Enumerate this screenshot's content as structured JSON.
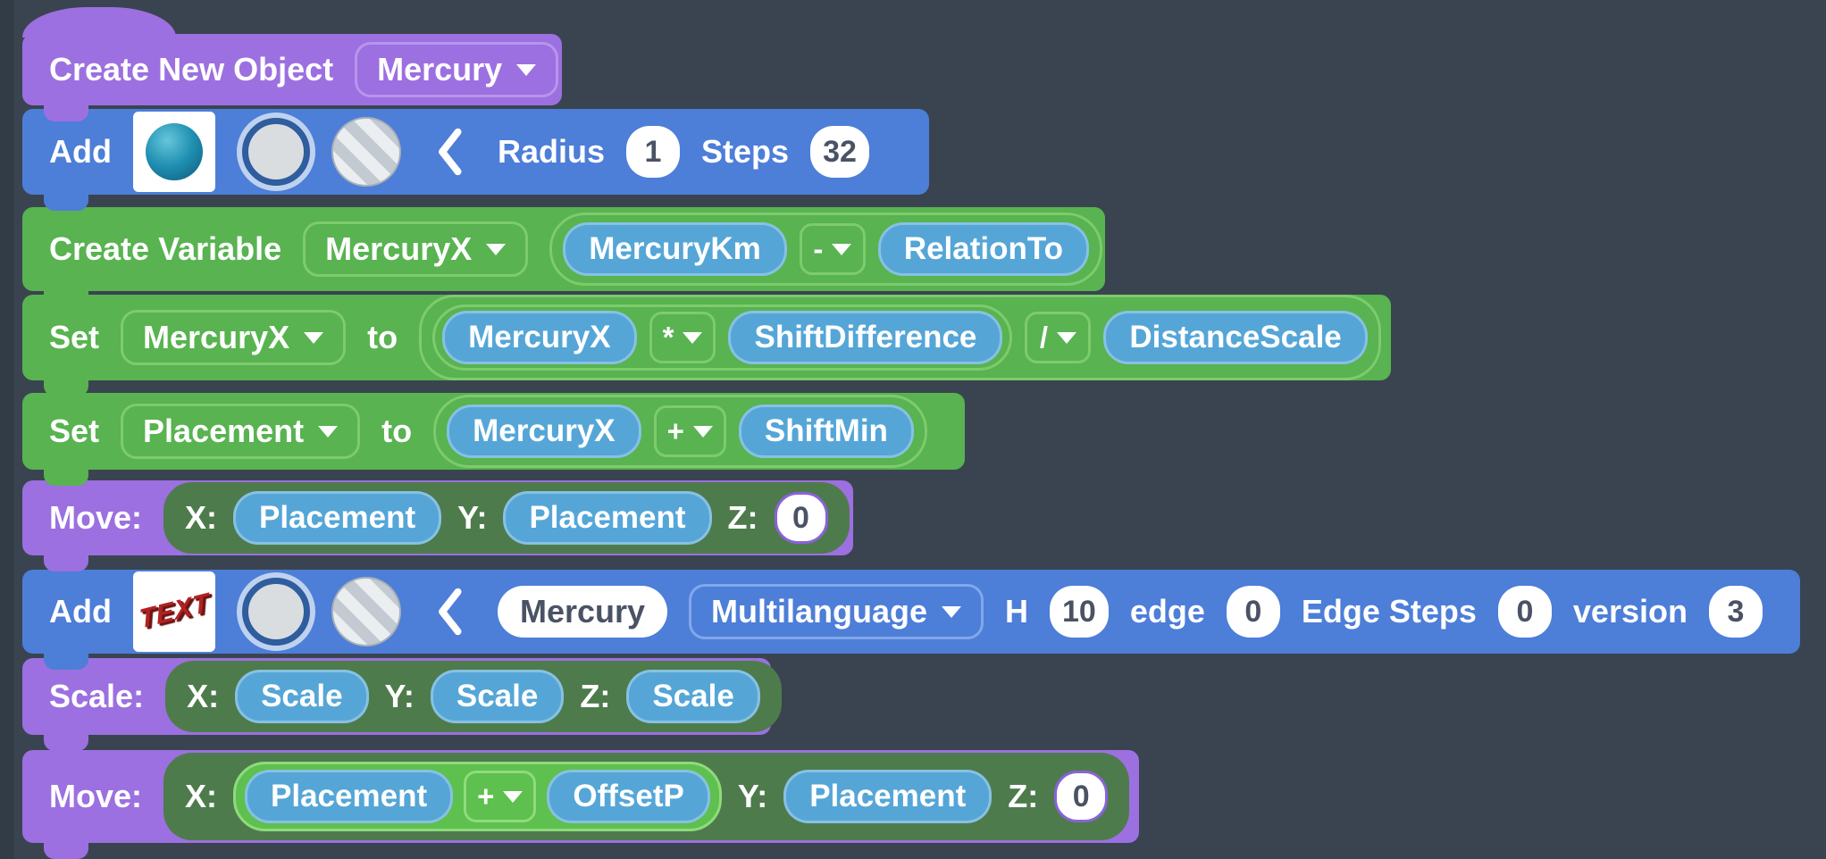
{
  "canvas": {
    "background": "#3a4450"
  },
  "colors": {
    "purple_block": "#9c70e0",
    "blue_block": "#4d7ed8",
    "green_block": "#58b350",
    "dark_green_group": "#4e7b4c",
    "bright_green_group": "#5ec04e",
    "variable_oval": "#55a6d7",
    "input_text": "#4a5365"
  },
  "icons": {
    "sphere_preview": "sphere-preview-icon",
    "text_preview": "text-3d-preview-icon",
    "material_circle": "material-option-icon",
    "wireframe_circle": "wireframe-option-icon",
    "collapse": "chevron-left-icon"
  },
  "blocks": {
    "create_object": {
      "label": "Create New Object",
      "object": "Mercury"
    },
    "add_sphere": {
      "label": "Add",
      "radius_label": "Radius",
      "radius": "1",
      "steps_label": "Steps",
      "steps": "32"
    },
    "create_variable": {
      "label": "Create Variable",
      "variable": "MercuryX",
      "left": "MercuryKm",
      "op": "-",
      "right": "RelationTo"
    },
    "set_mercuryx": {
      "label": "Set",
      "variable": "MercuryX",
      "to": "to",
      "inner_left": "MercuryX",
      "inner_op": "*",
      "inner_right": "ShiftDifference",
      "op": "/",
      "right": "DistanceScale"
    },
    "set_placement": {
      "label": "Set",
      "variable": "Placement",
      "to": "to",
      "left": "MercuryX",
      "op": "+",
      "right": "ShiftMin"
    },
    "move_1": {
      "label": "Move:",
      "x_label": "X:",
      "x": "Placement",
      "y_label": "Y:",
      "y": "Placement",
      "z_label": "Z:",
      "z": "0"
    },
    "add_text": {
      "label": "Add",
      "glyph": "TEXT",
      "name": "Mercury",
      "language": "Multilanguage",
      "h_label": "H",
      "h": "10",
      "edge_label": "edge",
      "edge": "0",
      "edge_steps_label": "Edge Steps",
      "edge_steps": "0",
      "version_label": "version",
      "version": "3"
    },
    "scale": {
      "label": "Scale:",
      "x_label": "X:",
      "x": "Scale",
      "y_label": "Y:",
      "y": "Scale",
      "z_label": "Z:",
      "z": "Scale"
    },
    "move_2": {
      "label": "Move:",
      "x_label": "X:",
      "x_left": "Placement",
      "x_op": "+",
      "x_right": "OffsetP",
      "y_label": "Y:",
      "y": "Placement",
      "z_label": "Z:",
      "z": "0"
    }
  }
}
